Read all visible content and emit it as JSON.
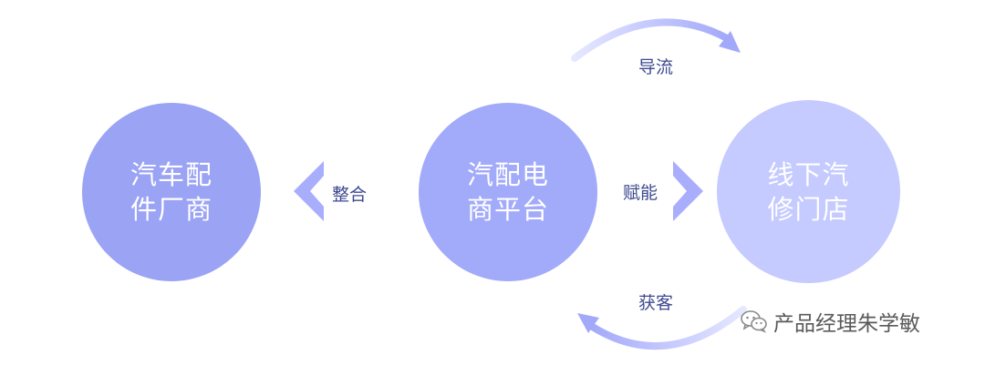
{
  "nodes": {
    "left": {
      "line1": "汽车配",
      "line2": "件厂商"
    },
    "middle": {
      "line1": "汽配电",
      "line2": "商平台"
    },
    "right": {
      "line1": "线下汽",
      "line2": "修门店"
    }
  },
  "edges": {
    "integrate": "整合",
    "empower": "赋能",
    "traffic": "导流",
    "acquire": "获客"
  },
  "watermark": {
    "text": "产品经理朱学敏",
    "icon": "wechat-icon"
  },
  "colors": {
    "circle_left": "#9ba3f5",
    "circle_middle": "#a2aafa",
    "circle_right": "#c5caff",
    "arrow": "#a8aefb",
    "label": "#3e4a8f"
  }
}
